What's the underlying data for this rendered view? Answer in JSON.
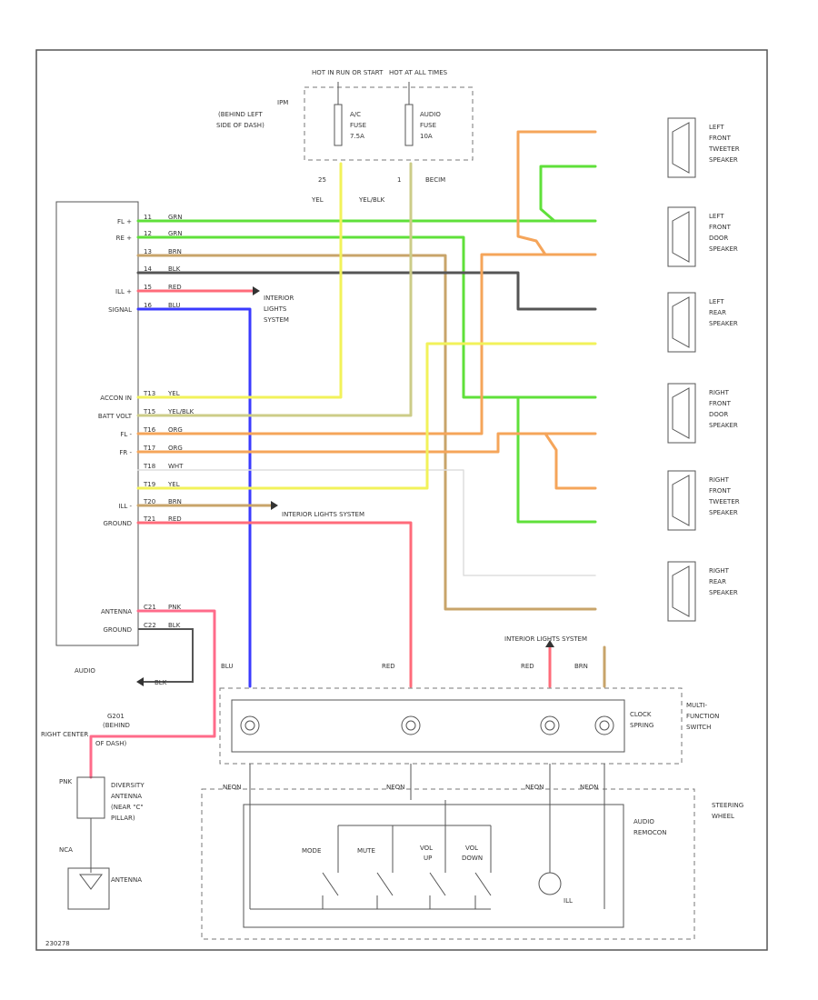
{
  "colors": {
    "GRN": "#5fe03a",
    "ORG": "#f5a55a",
    "BRN": "#c8a46a",
    "BLK": "#555555",
    "RED": "#ff6b7a",
    "BLU": "#3a3aff",
    "YEL": "#f2f25a",
    "YELBLK": "#cccc88",
    "WHT": "#dddddd",
    "PNK": "#ff6b8a"
  },
  "labels": {
    "hot_run": "HOT IN RUN OR START",
    "hot_all": "HOT AT ALL TIMES",
    "ipm": "IPM",
    "ipm_loc1": "(BEHIND LEFT",
    "ipm_loc2": "SIDE OF DASH)",
    "fuse1_a": "A/C",
    "fuse1_b": "FUSE",
    "fuse1_c": "7.5A",
    "fuse2_a": "AUDIO",
    "fuse2_b": "FUSE",
    "fuse2_c": "10A",
    "pin_25": "25",
    "pin_1": "1",
    "conn_ref": "BECIM",
    "yel": "YEL",
    "yelblk": "YEL/BLK",
    "interior_lights": "INTERIOR",
    "interior_lights2": "LIGHTS",
    "interior_lights3": "SYSTEM",
    "interior_lights_system": "INTERIOR LIGHTS SYSTEM",
    "audio": "AUDIO",
    "g201": "G201",
    "g201_loc1": "(BEHIND",
    "g201_loc2": "RIGHT CENTER",
    "g201_loc3": "OF DASH)",
    "blk_short": "BLK",
    "pnk": "PNK",
    "diversity": "DIVERSITY",
    "diversity2": "ANTENNA",
    "diversity3": "(NEAR \"C\"",
    "diversity4": "PILLAR)",
    "nca": "NCA",
    "antenna": "ANTENNA",
    "blu": "BLU",
    "red": "RED",
    "brn": "BRN",
    "clock_spring": "CLOCK",
    "clock_spring2": "SPRING",
    "mfs": "MULTI-",
    "mfs2": "FUNCTION",
    "mfs3": "SWITCH",
    "steering": "STEERING",
    "steering2": "WHEEL",
    "audio_remote": "AUDIO",
    "audio_remote2": "REMOCON",
    "mode": "MODE",
    "mute": "MUTE",
    "vol_up": "VOL",
    "vol_up2": "UP",
    "vol_down": "VOL",
    "vol_down2": "DOWN",
    "ill": "ILL",
    "neon": "NEON",
    "ref_code": "230278"
  },
  "radio_pins": [
    {
      "name": "FL +",
      "pin": "11",
      "wire": "GRN"
    },
    {
      "name": "RE +",
      "pin": "12",
      "wire": "GRN"
    },
    {
      "name": "",
      "pin": "13",
      "wire": "BRN"
    },
    {
      "name": "",
      "pin": "14",
      "wire": "BLK"
    },
    {
      "name": "ILL +",
      "pin": "15",
      "wire": "RED"
    },
    {
      "name": "SIGNAL",
      "pin": "16",
      "wire": "BLU"
    },
    {
      "name": "ACCON IN",
      "pin": "T13",
      "wire": "YEL"
    },
    {
      "name": "BATT VOLT",
      "pin": "T15",
      "wire": "YEL/BLK"
    },
    {
      "name": "FL -",
      "pin": "T16",
      "wire": "ORG"
    },
    {
      "name": "FR -",
      "pin": "T17",
      "wire": "ORG"
    },
    {
      "name": "",
      "pin": "T18",
      "wire": "WHT"
    },
    {
      "name": "",
      "pin": "T19",
      "wire": "YEL"
    },
    {
      "name": "ILL -",
      "pin": "T20",
      "wire": "BRN"
    },
    {
      "name": "GROUND",
      "pin": "T21",
      "wire": "RED"
    },
    {
      "name": "ANTENNA",
      "pin": "C21",
      "wire": "PNK"
    },
    {
      "name": "GROUND",
      "pin": "C22",
      "wire": "BLK"
    }
  ],
  "speakers": [
    {
      "l1": "LEFT",
      "l2": "FRONT",
      "l3": "TWEETER",
      "l4": "SPEAKER"
    },
    {
      "l1": "LEFT",
      "l2": "FRONT",
      "l3": "DOOR",
      "l4": "SPEAKER"
    },
    {
      "l1": "LEFT",
      "l2": "REAR",
      "l3": "SPEAKER",
      "l4": ""
    },
    {
      "l1": "RIGHT",
      "l2": "FRONT",
      "l3": "DOOR",
      "l4": "SPEAKER"
    },
    {
      "l1": "RIGHT",
      "l2": "FRONT",
      "l3": "TWEETER",
      "l4": "SPEAKER"
    },
    {
      "l1": "RIGHT",
      "l2": "REAR",
      "l3": "SPEAKER",
      "l4": ""
    }
  ]
}
